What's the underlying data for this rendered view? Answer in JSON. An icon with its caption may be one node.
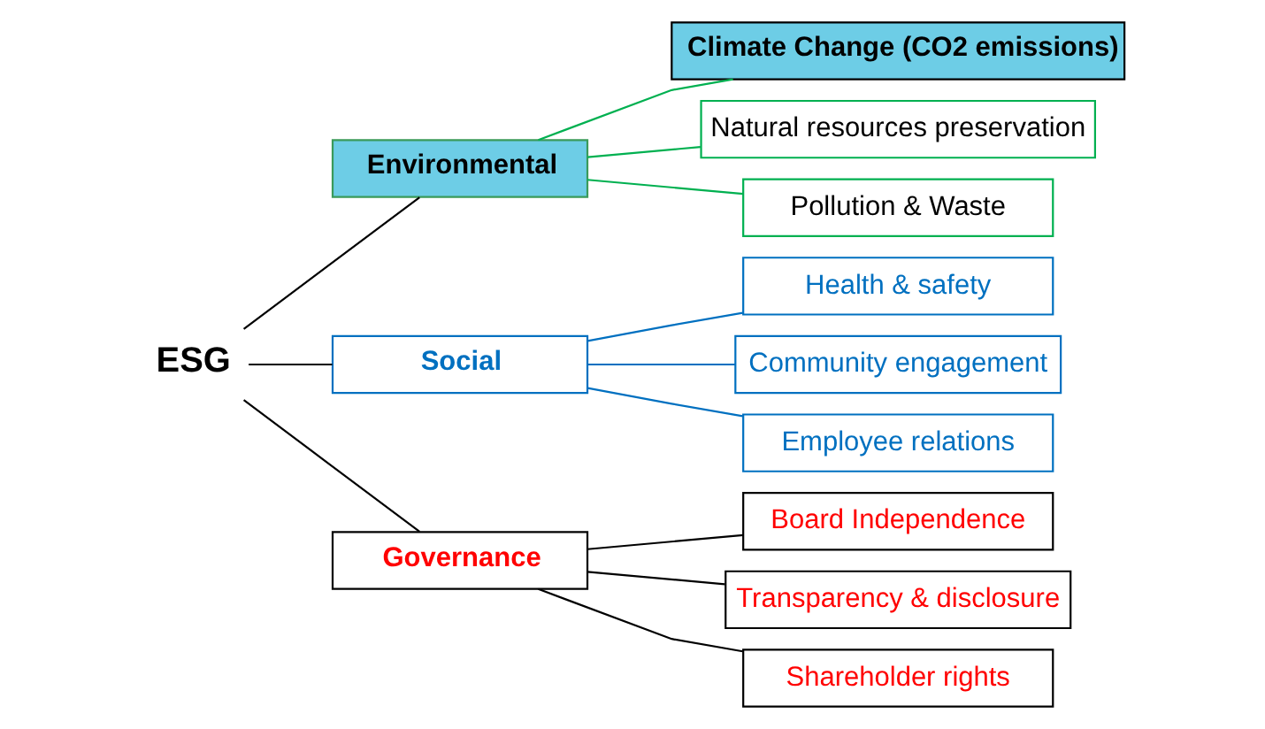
{
  "diagram": {
    "nodes": [
      {
        "text": [
          "ESG"
        ]
      },
      {
        "text": [
          "Environmental"
        ]
      },
      {
        "text": [
          "Social"
        ]
      },
      {
        "text": [
          "Governance"
        ]
      },
      {
        "text": [
          "Climate Change (CO2 emissions)"
        ]
      },
      {
        "text": [
          "Natural resources preservation"
        ]
      },
      {
        "text": [
          "Pollution & Waste"
        ]
      },
      {
        "text": [
          "Health & safety"
        ]
      },
      {
        "text": [
          "Community engagement"
        ]
      },
      {
        "text": [
          "Employee relations"
        ]
      },
      {
        "text": [
          "Board Independence"
        ]
      },
      {
        "text": [
          "Transparency & disclosure"
        ]
      },
      {
        "text": [
          "Shareholder rights"
        ]
      }
    ],
    "edges": [
      {
        "from": 0,
        "to": 1,
        "arrow": "none"
      },
      {
        "from": 0,
        "to": 2,
        "arrow": "none"
      },
      {
        "from": 0,
        "to": 3,
        "arrow": "none"
      },
      {
        "from": 1,
        "to": 4,
        "arrow": "none",
        "color": "#00b050"
      },
      {
        "from": 1,
        "to": 5,
        "arrow": "none",
        "color": "#00b050"
      },
      {
        "from": 1,
        "to": 6,
        "arrow": "none",
        "color": "#00b050"
      },
      {
        "from": 2,
        "to": 7,
        "arrow": "none",
        "color": "#0070c0"
      },
      {
        "from": 2,
        "to": 8,
        "arrow": "none",
        "color": "#0070c0"
      },
      {
        "from": 2,
        "to": 9,
        "arrow": "none",
        "color": "#0070c0"
      },
      {
        "from": 3,
        "to": 10,
        "arrow": "none"
      },
      {
        "from": 3,
        "to": 11,
        "arrow": "none"
      },
      {
        "from": 3,
        "to": 12,
        "arrow": "none"
      }
    ]
  }
}
